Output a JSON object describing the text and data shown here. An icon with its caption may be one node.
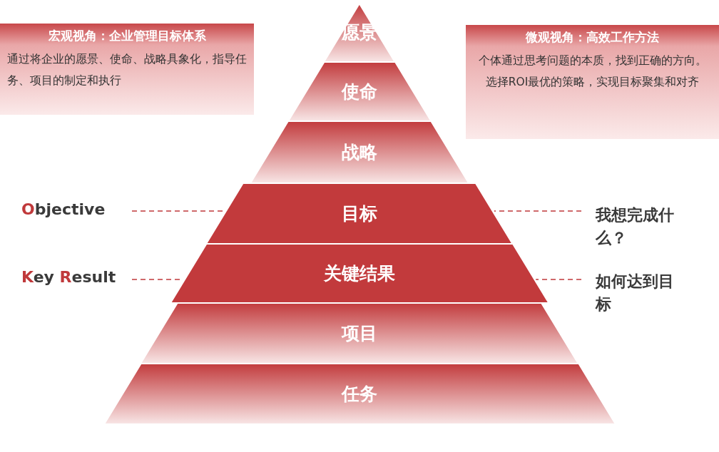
{
  "diagram": {
    "nodes": [
      {
        "text": [
          "愿景"
        ]
      },
      {
        "text": [
          "使命"
        ]
      },
      {
        "text": [
          "战略"
        ]
      },
      {
        "text": [
          "目标"
        ]
      },
      {
        "text": [
          "关键结果"
        ]
      },
      {
        "text": [
          "项目"
        ]
      },
      {
        "text": [
          "任务"
        ]
      },
      {
        "text": [
          "宏观视角：企业管理目标体系",
          "通过将企业的愿景、使命、战略具象化，指导任务、项目的制定和执行"
        ]
      },
      {
        "text": [
          "微观视角：高效工作方法",
          "个体通过思考问题的本质，找到正确的方向。选择ROI最优的策略，实现目标聚集和对齐"
        ]
      },
      {
        "text": [
          "Objective"
        ]
      },
      {
        "text": [
          "Key Result"
        ]
      },
      {
        "text": [
          "我想完成什么？"
        ]
      },
      {
        "text": [
          "如何达到目标"
        ]
      }
    ],
    "edges": [
      {
        "from": 9,
        "to": 3,
        "arrow": "none",
        "style": "dashed"
      },
      {
        "from": 10,
        "to": 4,
        "arrow": "none",
        "style": "dashed"
      },
      {
        "from": 11,
        "to": 3,
        "arrow": "none",
        "style": "dashed"
      },
      {
        "from": 12,
        "to": 4,
        "arrow": "none",
        "style": "dashed"
      }
    ]
  }
}
